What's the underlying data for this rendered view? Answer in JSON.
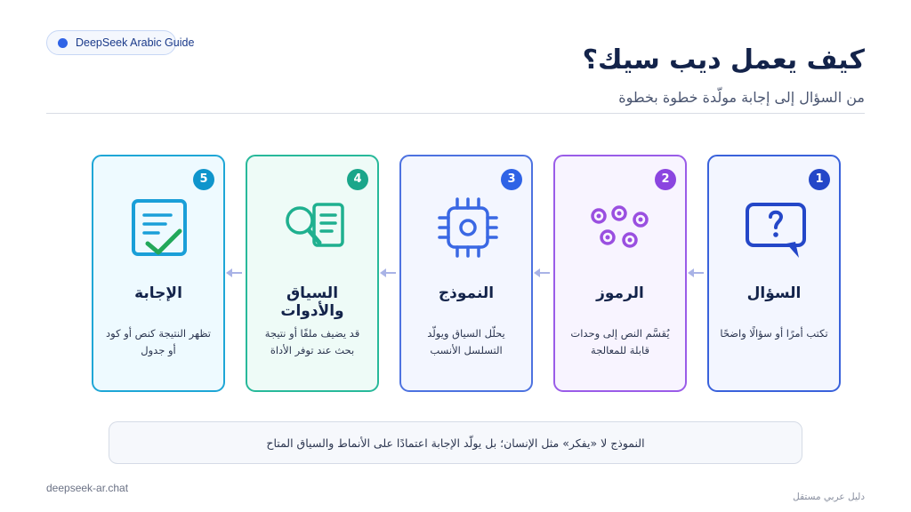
{
  "badge": {
    "label": "DeepSeek Arabic Guide"
  },
  "header": {
    "title": "كيف يعمل ديب سيك؟",
    "subtitle": "من السؤال إلى إجابة مولّدة خطوة بخطوة"
  },
  "steps": [
    {
      "number": "1",
      "title": "السؤال",
      "description": "تكتب أمرًا أو سؤالًا واضحًا",
      "icon": "question-bubble-icon",
      "color": "#2447c8"
    },
    {
      "number": "2",
      "title": "الرموز",
      "description": "يُقسَّم النص إلى وحدات قابلة للمعالجة",
      "icon": "tokens-icon",
      "color": "#8b45e0"
    },
    {
      "number": "3",
      "title": "النموذج",
      "description": "يحلّل السياق ويولّد التسلسل الأنسب",
      "icon": "chip-icon",
      "color": "#2f63e6"
    },
    {
      "number": "4",
      "title": "السياق والأدوات",
      "description": "قد يضيف ملفًا أو نتيجة بحث عند توفر الأداة",
      "icon": "search-document-icon",
      "color": "#1aa68a"
    },
    {
      "number": "5",
      "title": "الإجابة",
      "description": "تظهر النتيجة كنص أو كود أو جدول",
      "icon": "checked-document-icon",
      "color": "#0f95cc"
    }
  ],
  "note": "النموذج لا «يفكر» مثل الإنسان؛ بل يولّد الإجابة اعتمادًا على الأنماط والسياق المتاح",
  "footer": {
    "site": "deepseek-ar.chat",
    "tagline": "دليل عربي مستقل"
  }
}
